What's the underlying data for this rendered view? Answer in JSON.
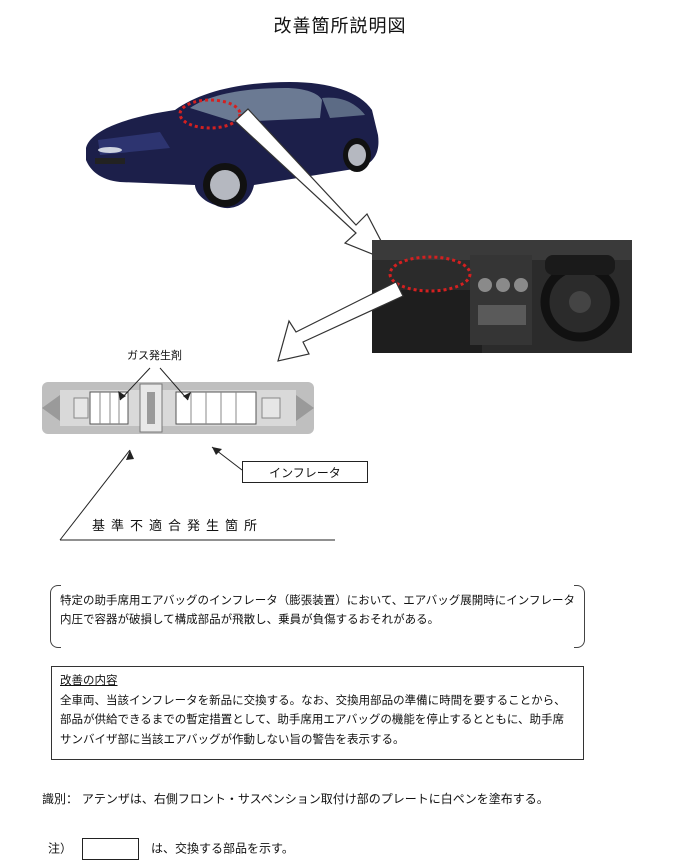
{
  "title": "改善箇所説明図",
  "labels": {
    "gas_generator": "ガス発生剤",
    "inflator": "インフレータ",
    "defect_location": "基準不適合発生箇所"
  },
  "defect_description": "特定の助手席用エアバッグのインフレータ（膨張装置）において、エアバッグ展開時にインフレータ内圧で容器が破損して構成部品が飛散し、乗員が負傷するおそれがある。",
  "improvement": {
    "heading": "改善の内容",
    "text": "全車両、当該インフレータを新品に交換する。なお、交換用部品の準備に時間を要することから、部品が供給できるまでの暫定措置として、助手席用エアバッグの機能を停止するとともに、助手席サンバイザ部に当該エアバッグが作動しない旨の警告を表示する。"
  },
  "identification": "識別：  アテンザは、右側フロント・サスペンション取付け部のプレートに白ペンを塗布する。",
  "note": {
    "prefix": "注）",
    "suffix": "は、交換する部品を示す。"
  },
  "colors": {
    "car_body": "#1c1f4a",
    "dashboard": "#2b2b2b",
    "highlight_circle": "#d42020",
    "inflator_body": "#bfbfbf"
  }
}
